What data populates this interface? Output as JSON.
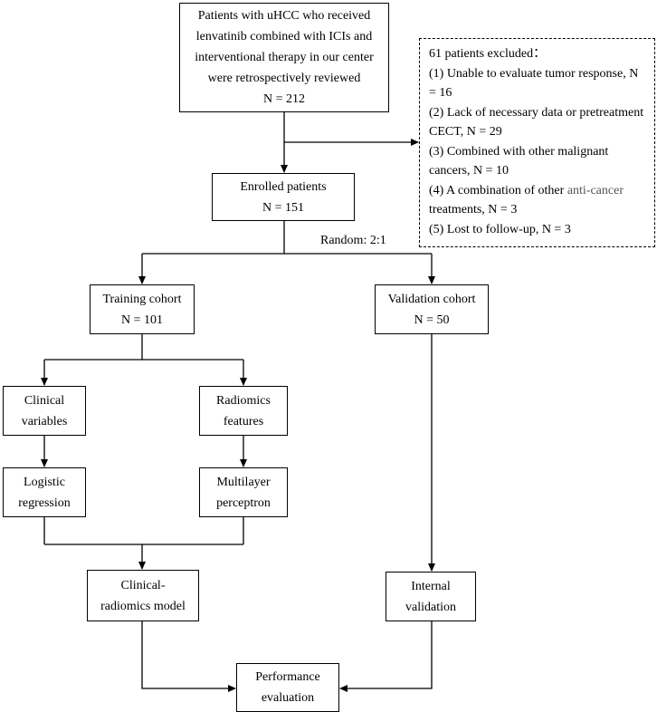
{
  "boxes": {
    "screened": {
      "lines": [
        "Patients with uHCC who received",
        "lenvatinib combined with ICIs and",
        "interventional therapy in our center",
        "were retrospectively reviewed",
        "N = 212"
      ]
    },
    "excluded": {
      "title": "61 patients excluded：",
      "lines": [
        "(1) Unable to evaluate tumor response, N",
        "= 16",
        "(2) Lack of necessary data or pretreatment",
        "CECT, N = 29",
        "(3) Combined with other malignant",
        "cancers, N = 10"
      ],
      "item4_prefix": "(4) A combination of other ",
      "item4_gray": "anti-cancer",
      "item4_line2": "treatments, N = 3",
      "item5": "(5) Lost to follow-up, N = 3"
    },
    "enrolled": {
      "lines": [
        "Enrolled patients",
        "N = 151"
      ]
    },
    "random_label": "Random: 2:1",
    "training": {
      "lines": [
        "Training cohort",
        "N = 101"
      ]
    },
    "validation": {
      "lines": [
        "Validation cohort",
        "N = 50"
      ]
    },
    "clinical": {
      "lines": [
        "Clinical",
        "variables"
      ]
    },
    "radiomics": {
      "lines": [
        "Radiomics",
        "features"
      ]
    },
    "logistic": {
      "lines": [
        "Logistic",
        "regression"
      ]
    },
    "mlp": {
      "lines": [
        "Multilayer",
        "perceptron"
      ]
    },
    "model": {
      "lines": [
        "Clinical-",
        "radiomics model"
      ]
    },
    "internal": {
      "lines": [
        "Internal",
        "validation"
      ]
    },
    "performance": {
      "lines": [
        "Performance",
        "evaluation"
      ]
    }
  }
}
